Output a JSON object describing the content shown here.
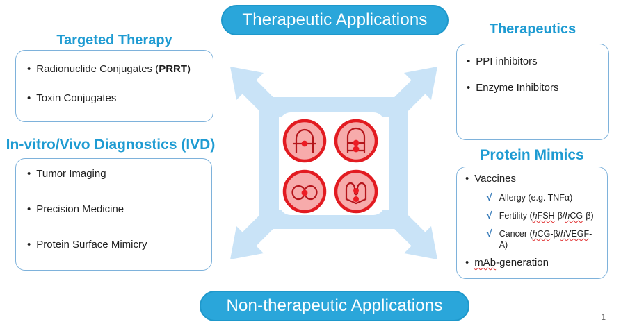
{
  "glyphs": {
    "bullet": "•",
    "check": "√"
  },
  "page_number": "1",
  "banners": {
    "top": "Therapeutic Applications",
    "bottom": "Non-therapeutic Applications"
  },
  "colors": {
    "banner_blue": "#2AA6DA",
    "heading_blue": "#1E9BD2",
    "arrow_light_blue": "#C9E3F7",
    "scaffold_red": "#E21B21",
    "scaffold_pink": "#F7ABAB",
    "misspell_red": "#E03131",
    "check_blue": "#2E75B6"
  },
  "sections": {
    "targeted_therapy": {
      "title": "Targeted Therapy",
      "items": [
        {
          "parts": [
            {
              "t": "Radionuclide Conjugates ("
            },
            {
              "t": "PRRT",
              "s": [
                "bold"
              ]
            },
            {
              "t": ")"
            }
          ]
        },
        {
          "parts": [
            {
              "t": "Toxin Conjugates"
            }
          ]
        }
      ]
    },
    "ivd": {
      "title": "In-vitro/Vivo Diagnostics (IVD)",
      "items": [
        {
          "parts": [
            {
              "t": "Tumor Imaging"
            }
          ]
        },
        {
          "parts": [
            {
              "t": "Precision Medicine"
            }
          ]
        },
        {
          "parts": [
            {
              "t": "Protein Surface Mimicry"
            }
          ]
        }
      ]
    },
    "therapeutics": {
      "title": "Therapeutics",
      "items": [
        {
          "parts": [
            {
              "t": "PPI inhibitors"
            }
          ]
        },
        {
          "parts": [
            {
              "t": "Enzyme Inhibitors"
            }
          ]
        }
      ]
    },
    "protein_mimics": {
      "title": "Protein Mimics",
      "vaccines": {
        "parts": [
          {
            "t": "Vaccines"
          }
        ]
      },
      "checks": [
        {
          "parts": [
            {
              "t": "Allergy (e.g. TNFα)"
            }
          ]
        },
        {
          "parts": [
            {
              "t": "Fertility ("
            },
            {
              "t": "h",
              "s": [
                "italic",
                "squiggle"
              ]
            },
            {
              "t": "FSH",
              "s": [
                "squiggle"
              ]
            },
            {
              "t": "-β/"
            },
            {
              "t": "h",
              "s": [
                "italic",
                "squiggle"
              ]
            },
            {
              "t": "CG",
              "s": [
                "squiggle"
              ]
            },
            {
              "t": "-β)"
            }
          ]
        },
        {
          "parts": [
            {
              "t": "Cancer ("
            },
            {
              "t": "h",
              "s": [
                "italic",
                "squiggle"
              ]
            },
            {
              "t": "CG",
              "s": [
                "squiggle"
              ]
            },
            {
              "t": "-β/"
            },
            {
              "t": "h",
              "s": [
                "italic",
                "squiggle"
              ]
            },
            {
              "t": "VEGF",
              "s": [
                "squiggle"
              ]
            },
            {
              "t": "-A)"
            }
          ]
        }
      ],
      "mab": {
        "parts": [
          {
            "t": "mAb",
            "s": [
              "squiggle"
            ]
          },
          {
            "t": "-generation"
          }
        ]
      }
    }
  },
  "center": {
    "description": "four red protein-scaffold schematics inside light-blue expanding-arrows frame",
    "icons": [
      "arch-scaffold-single-site",
      "arch-scaffold-double-site",
      "bilobed-scaffold",
      "dimeric-scaffold"
    ]
  }
}
